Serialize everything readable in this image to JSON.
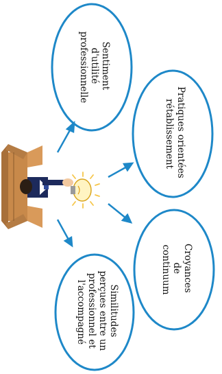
{
  "colors": {
    "ellipse_stroke": "#1e88c8",
    "arrow": "#1e88c8",
    "text": "#111111",
    "box": "#c8894a",
    "box_dark": "#8a5a2c",
    "suit": "#1d2a5c",
    "bulb_glow": "#f6c64a"
  },
  "figure": {
    "icon": "man-in-box-with-lightbulb-icon"
  },
  "bubbles": [
    {
      "id": "utilite",
      "lines": [
        "Sentiment",
        "d'utilité",
        "professionnelle"
      ]
    },
    {
      "id": "pratiques",
      "lines": [
        "Pratiques orientées",
        "rétablissement"
      ]
    },
    {
      "id": "croyances",
      "lines": [
        "Croyances",
        "de",
        "continuum"
      ]
    },
    {
      "id": "similitudes",
      "lines": [
        "Similitudes",
        "perçues entre un",
        "professionnel et",
        "l'accompagné"
      ]
    }
  ]
}
